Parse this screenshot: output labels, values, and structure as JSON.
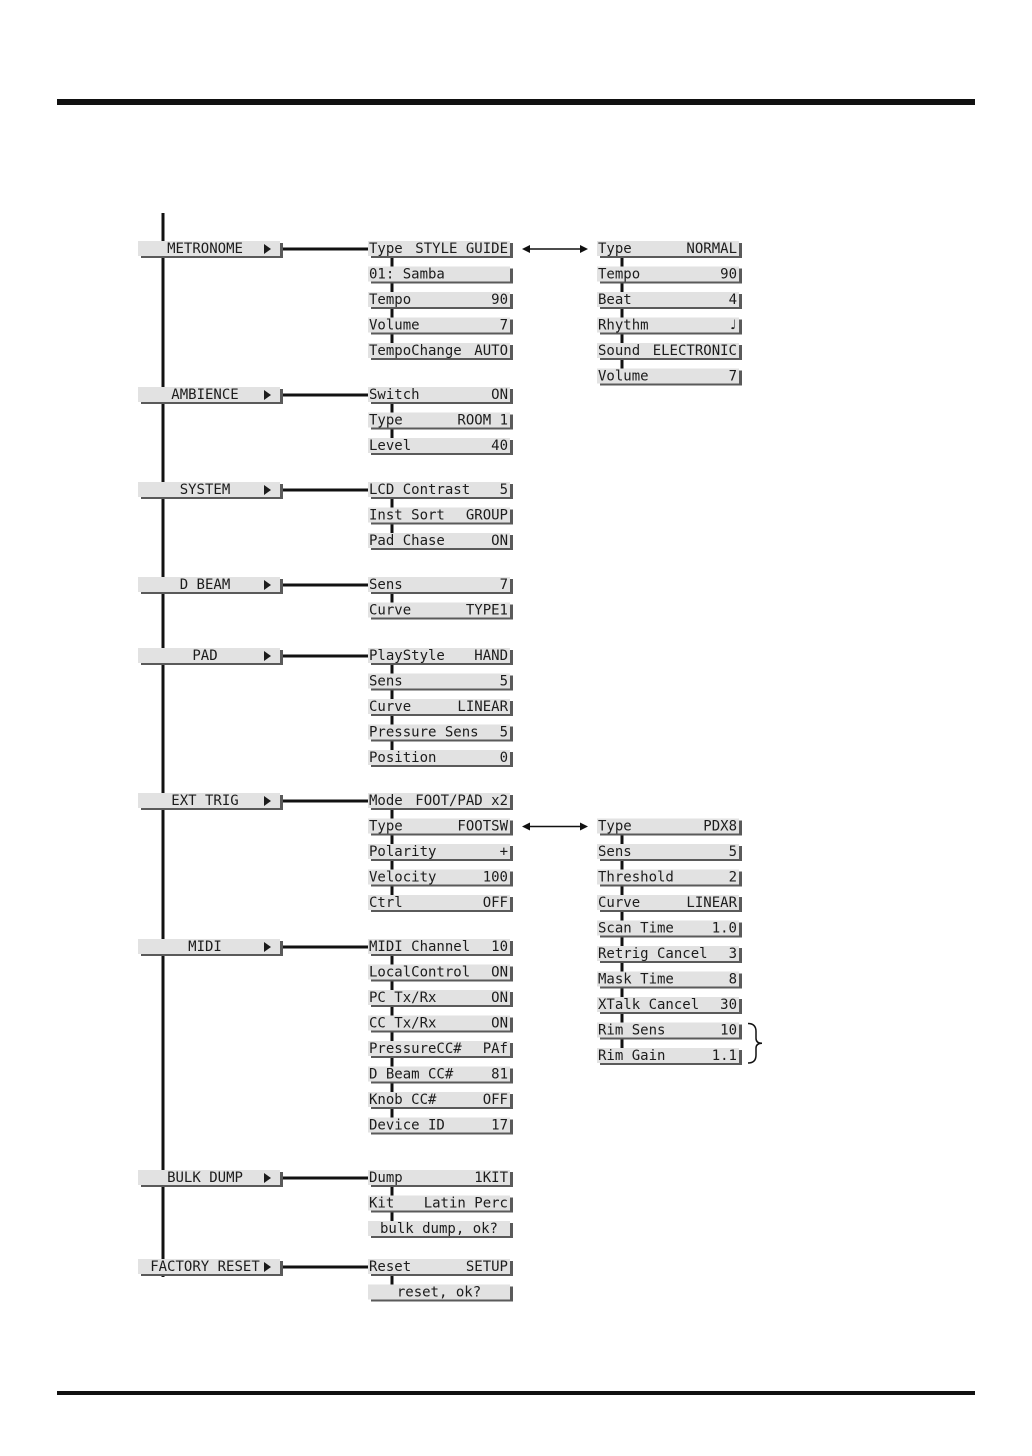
{
  "menus": [
    {
      "label": "METRONOME",
      "params": [
        [
          "Type",
          "STYLE GUIDE"
        ],
        [
          "01: Samba",
          ""
        ],
        [
          "Tempo",
          "90"
        ],
        [
          "Volume",
          "7"
        ],
        [
          "TempoChange",
          "AUTO"
        ]
      ],
      "sub": {
        "from": 0,
        "params": [
          [
            "Type",
            "NORMAL"
          ],
          [
            "Tempo",
            "90"
          ],
          [
            "Beat",
            "4"
          ],
          [
            "Rhythm",
            "♩"
          ],
          [
            "Sound",
            "ELECTRONIC"
          ],
          [
            "Volume",
            "7"
          ]
        ]
      }
    },
    {
      "label": "AMBIENCE",
      "params": [
        [
          "Switch",
          "ON"
        ],
        [
          "Type",
          "ROOM 1"
        ],
        [
          "Level",
          "40"
        ]
      ]
    },
    {
      "label": "SYSTEM",
      "params": [
        [
          "LCD Contrast",
          "5"
        ],
        [
          "Inst Sort",
          "GROUP"
        ],
        [
          "Pad Chase",
          "ON"
        ]
      ]
    },
    {
      "label": "D BEAM",
      "params": [
        [
          "Sens",
          "7"
        ],
        [
          "Curve",
          "TYPE1"
        ]
      ]
    },
    {
      "label": "PAD",
      "params": [
        [
          "PlayStyle",
          "HAND"
        ],
        [
          "Sens",
          "5"
        ],
        [
          "Curve",
          "LINEAR"
        ],
        [
          "Pressure Sens",
          "5"
        ],
        [
          "Position",
          "0"
        ]
      ]
    },
    {
      "label": "EXT TRIG",
      "params": [
        [
          "Mode",
          "FOOT/PAD x2"
        ],
        [
          "Type",
          "FOOTSW"
        ],
        [
          "Polarity",
          "+"
        ],
        [
          "Velocity",
          "100"
        ],
        [
          "Ctrl",
          "OFF"
        ]
      ],
      "sub": {
        "from": 1,
        "params": [
          [
            "Type",
            "PDX8"
          ],
          [
            "Sens",
            "5"
          ],
          [
            "Threshold",
            "2"
          ],
          [
            "Curve",
            "LINEAR"
          ],
          [
            "Scan Time",
            "1.0"
          ],
          [
            "Retrig Cancel",
            "3"
          ],
          [
            "Mask Time",
            "8"
          ],
          [
            "XTalk Cancel",
            "30"
          ],
          [
            "Rim Sens",
            "10"
          ],
          [
            "Rim Gain",
            "1.1"
          ]
        ]
      }
    },
    {
      "label": "MIDI",
      "params": [
        [
          "MIDI Channel",
          "10"
        ],
        [
          "LocalControl",
          "ON"
        ],
        [
          "PC Tx/Rx",
          "ON"
        ],
        [
          "CC Tx/Rx",
          "ON"
        ],
        [
          "PressureCC#",
          "PAf"
        ],
        [
          "D Beam CC#",
          "81"
        ],
        [
          "Knob CC#",
          "OFF"
        ],
        [
          "Device ID",
          "17"
        ]
      ]
    },
    {
      "label": "BULK DUMP",
      "params": [
        [
          "Dump",
          "1KIT"
        ],
        [
          "Kit",
          "Latin Perc"
        ],
        [
          "",
          "bulk dump, ok?"
        ]
      ]
    },
    {
      "label": "FACTORY RESET",
      "params": [
        [
          "Reset",
          "SETUP"
        ],
        [
          "",
          "reset, ok?"
        ]
      ]
    }
  ]
}
